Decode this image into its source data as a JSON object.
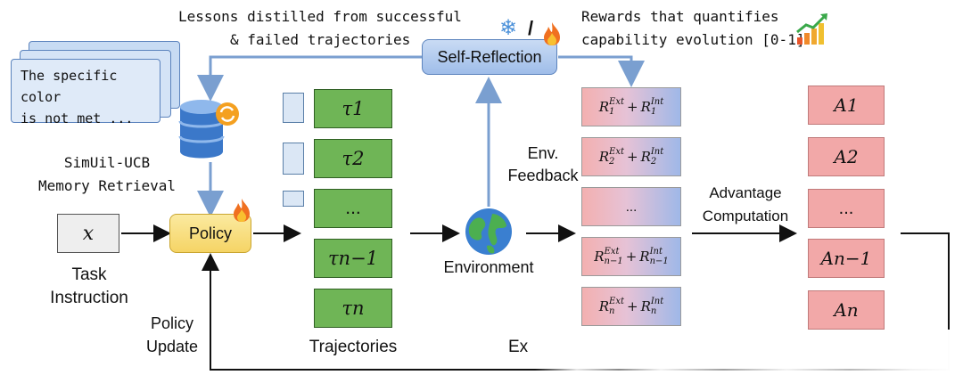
{
  "lessons_text": [
    "Lessons distilled from successful",
    "& failed trajectories"
  ],
  "self_reflection_label": "Self-Reflection",
  "rewards_text": [
    "Rewards that quantifies",
    "capability evolution [0-1]"
  ],
  "memory_note": [
    "The specific color",
    "is not met ..."
  ],
  "memory_label": [
    "SimUil-UCB",
    "Memory Retrieval"
  ],
  "task_box": "x",
  "task_label": [
    "Task",
    "Instruction"
  ],
  "policy_label": "Policy",
  "policy_update_label": [
    "Policy",
    "Update"
  ],
  "trajectories": [
    "τ1",
    "τ2",
    "...",
    "τn−1",
    "τn"
  ],
  "trajectories_label": "Trajectories",
  "environment_label": "Environment",
  "env_feedback_label": [
    "Env.",
    "Feedback"
  ],
  "rewards": [
    {
      "sub": "1",
      "ellipsis": false
    },
    {
      "sub": "2",
      "ellipsis": false
    },
    {
      "sub": "",
      "ellipsis": true
    },
    {
      "sub": "n−1",
      "ellipsis": false
    },
    {
      "sub": "n",
      "ellipsis": false
    }
  ],
  "reward_terms": {
    "base": "R",
    "ext": "Ext",
    "int": "Int",
    "plus": "+",
    "ellipsis": "..."
  },
  "advantage_label": [
    "Advantage",
    "Computation"
  ],
  "advantages": [
    "A1",
    "A2",
    "...",
    "An−1",
    "An"
  ],
  "bottom_partial_text": "Ex",
  "colors": {
    "trajectory": "#6fb556",
    "advantage": "#f2a8a8",
    "policy": "#f8e07a",
    "arrow": "#7a9fd0",
    "reward_left": "#f3b0b0",
    "reward_right": "#9fb8e8"
  },
  "icons": [
    "fire-icon",
    "snowflake-icon",
    "rising-chart-icon",
    "database-icon",
    "globe-icon"
  ]
}
